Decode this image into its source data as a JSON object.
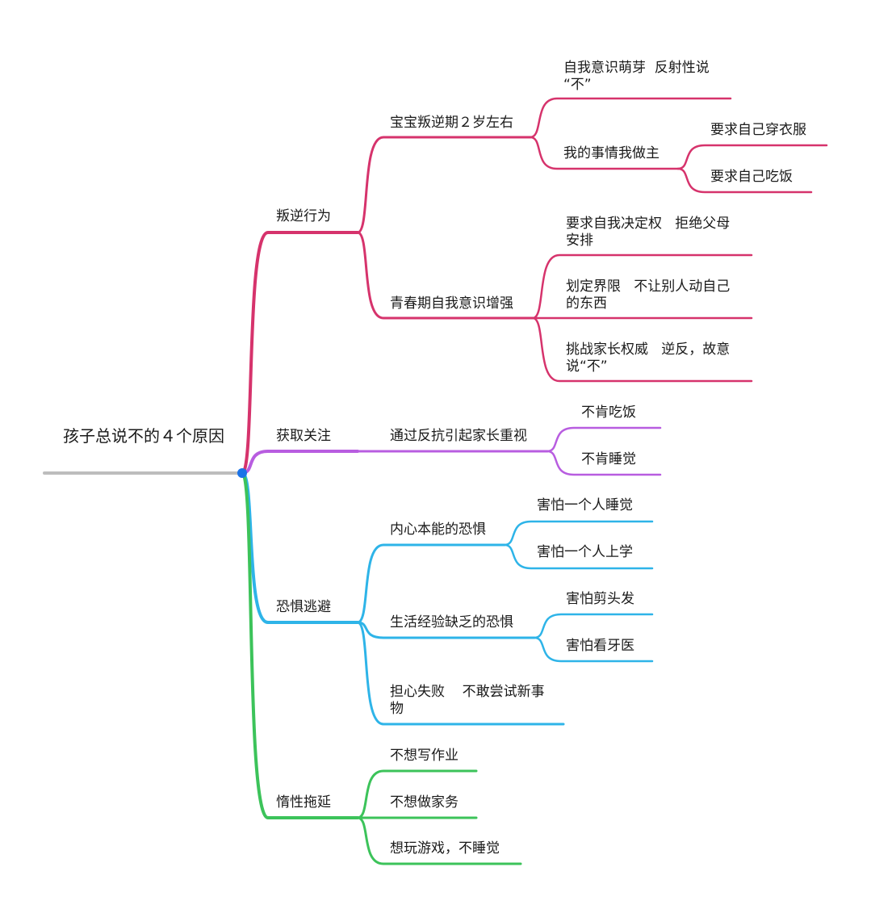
{
  "root": "孩子总说不的４个原因",
  "colors": {
    "root_line": "#bdbdbd",
    "root_dot": "#1a73e8",
    "branch_1": "#d6336c",
    "branch_2": "#b85de0",
    "branch_3": "#2eb4e8",
    "branch_4": "#3cc35a"
  },
  "branches": [
    {
      "label": "叛逆行为",
      "children": [
        {
          "label": "宝宝叛逆期２岁左右",
          "children": [
            {
              "label": "自我意识萌芽  反射性说\n“不”"
            },
            {
              "label": "我的事情我做主",
              "children": [
                {
                  "label": "要求自己穿衣服"
                },
                {
                  "label": "要求自己吃饭"
                }
              ]
            }
          ]
        },
        {
          "label": "青春期自我意识增强",
          "children": [
            {
              "label": "要求自我决定权   拒绝父母\n安排"
            },
            {
              "label": "划定界限   不让别人动自己\n的东西"
            },
            {
              "label": "挑战家长权威   逆反，故意\n说“不”"
            }
          ]
        }
      ]
    },
    {
      "label": "获取关注",
      "children": [
        {
          "label": "通过反抗引起家长重视",
          "children": [
            {
              "label": "不肯吃饭"
            },
            {
              "label": "不肯睡觉"
            }
          ]
        }
      ]
    },
    {
      "label": "恐惧逃避",
      "children": [
        {
          "label": "内心本能的恐惧",
          "children": [
            {
              "label": "害怕一个人睡觉"
            },
            {
              "label": "害怕一个人上学"
            }
          ]
        },
        {
          "label": "生活经验缺乏的恐惧",
          "children": [
            {
              "label": "害怕剪头发"
            },
            {
              "label": "害怕看牙医"
            }
          ]
        },
        {
          "label": "担心失败    不敢尝试新事\n物"
        }
      ]
    },
    {
      "label": "惰性拖延",
      "children": [
        {
          "label": "不想写作业"
        },
        {
          "label": "不想做家务"
        },
        {
          "label": "想玩游戏，不睡觉"
        }
      ]
    }
  ]
}
